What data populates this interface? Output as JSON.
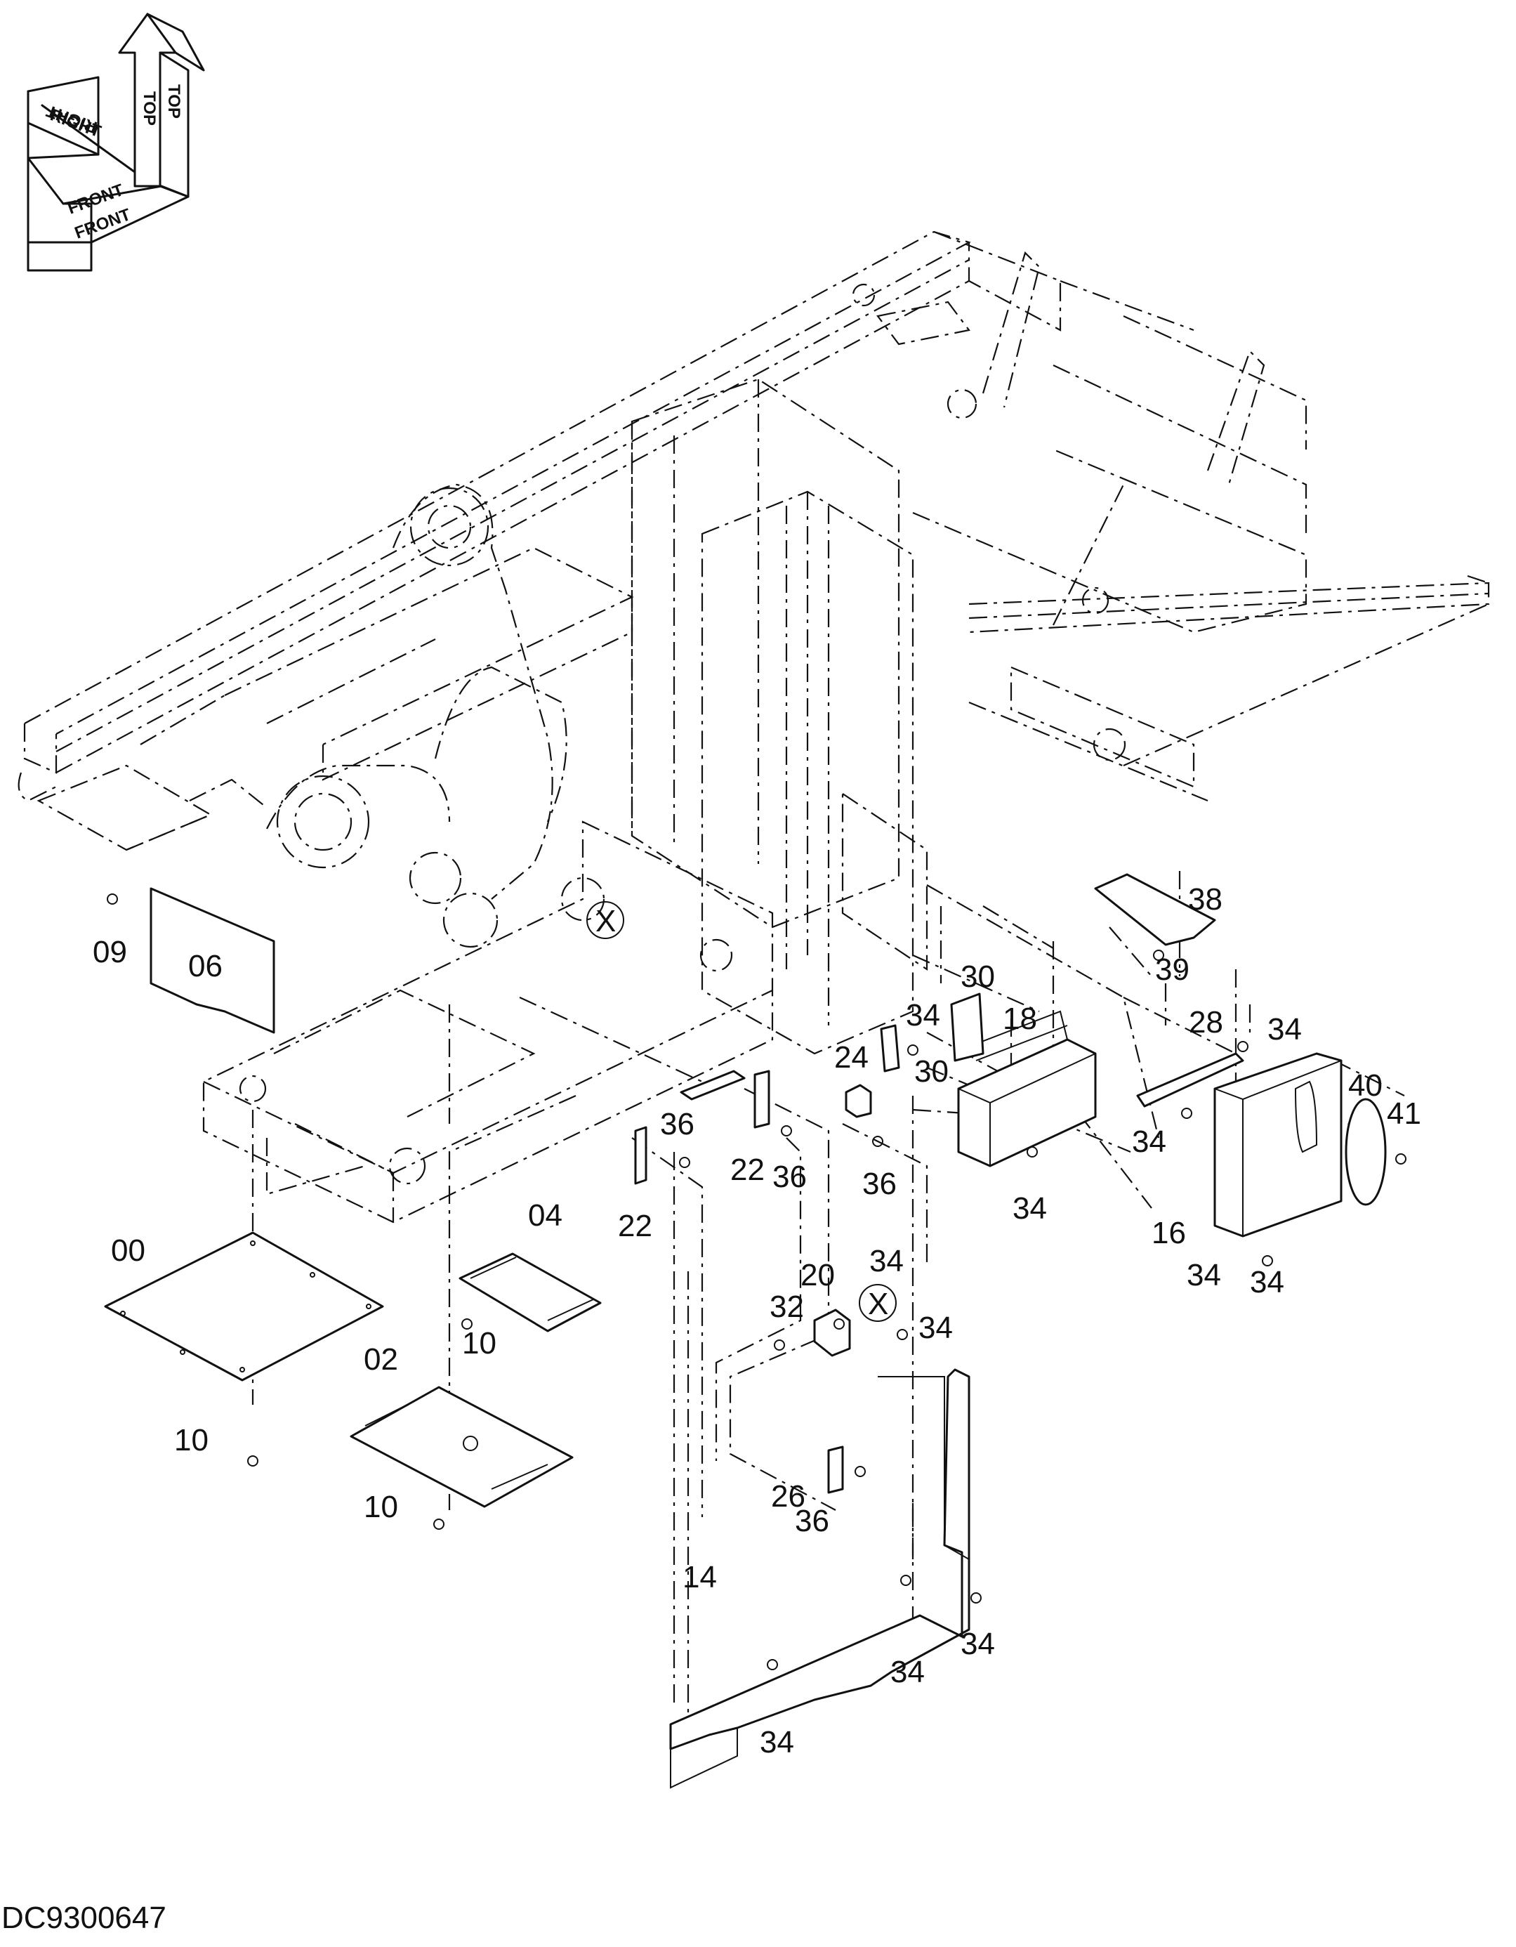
{
  "orientation_labels": [
    "TOP",
    "TOP",
    "RIGHT",
    "RIGHT",
    "FRONT",
    "FRONT"
  ],
  "drawing_code": "DC9300647",
  "section_markers": [
    "X",
    "X"
  ],
  "callouts": [
    "00",
    "02",
    "04",
    "06",
    "09",
    "10",
    "10",
    "10",
    "14",
    "16",
    "18",
    "20",
    "22",
    "22",
    "24",
    "26",
    "28",
    "30",
    "30",
    "32",
    "34",
    "34",
    "34",
    "34",
    "34",
    "34",
    "34",
    "34",
    "34",
    "34",
    "34",
    "36",
    "36",
    "36",
    "36",
    "38",
    "39",
    "40",
    "41"
  ]
}
